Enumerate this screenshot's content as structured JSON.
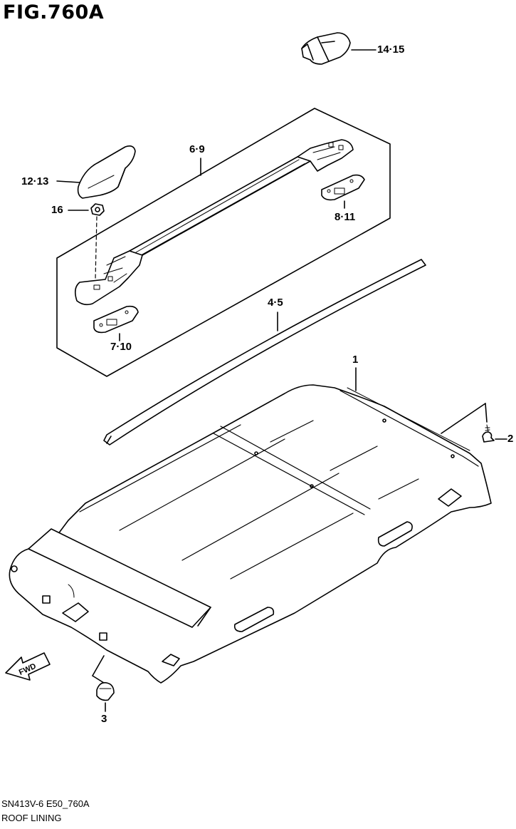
{
  "figure": {
    "title": "FIG.760A",
    "diagram_code": "SN413V-6 E50_760A",
    "section_name": "ROOF LINING"
  },
  "callouts": {
    "c1": "1",
    "c2": "2",
    "c3": "3",
    "c4_5": "4·5",
    "c6_9": "6·9",
    "c7_10": "7·10",
    "c8_11": "8·11",
    "c12_13": "12·13",
    "c14_15": "14·15",
    "c16": "16"
  },
  "direction_marker": "FWD"
}
